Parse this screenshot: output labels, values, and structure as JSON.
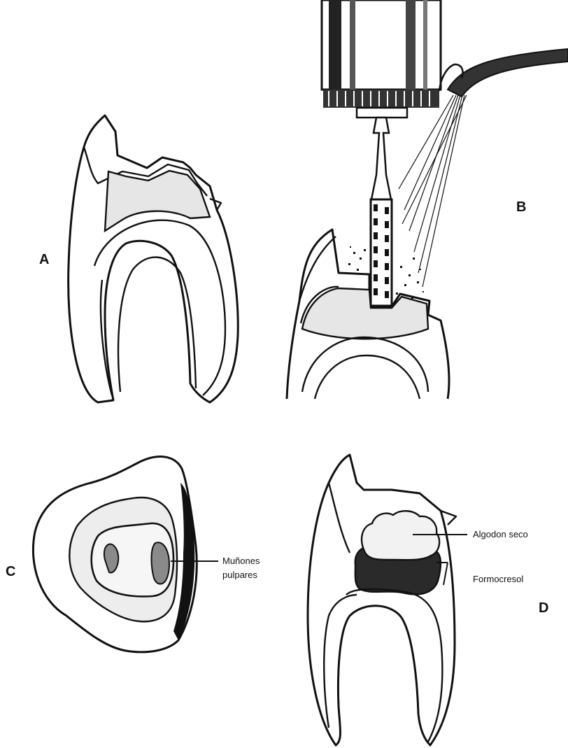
{
  "panels": {
    "a": {
      "letter": "A"
    },
    "b": {
      "letter": "B"
    },
    "c": {
      "letter": "C",
      "callout": [
        "Muñones",
        "pulpares"
      ]
    },
    "d": {
      "letter": "D",
      "callout_top": "Algodon seco",
      "callout_bottom": "Formocresol"
    }
  },
  "colors": {
    "ink": "#111111",
    "dentin_fill": "#e6e6e6",
    "cotton_fill": "#f2f2f2",
    "formocresol_fill": "#2a2a2a"
  },
  "icons": [
    "tooth-section-icon",
    "dental-handpiece-icon",
    "water-spray-icon",
    "pulp-chamber-icon"
  ]
}
